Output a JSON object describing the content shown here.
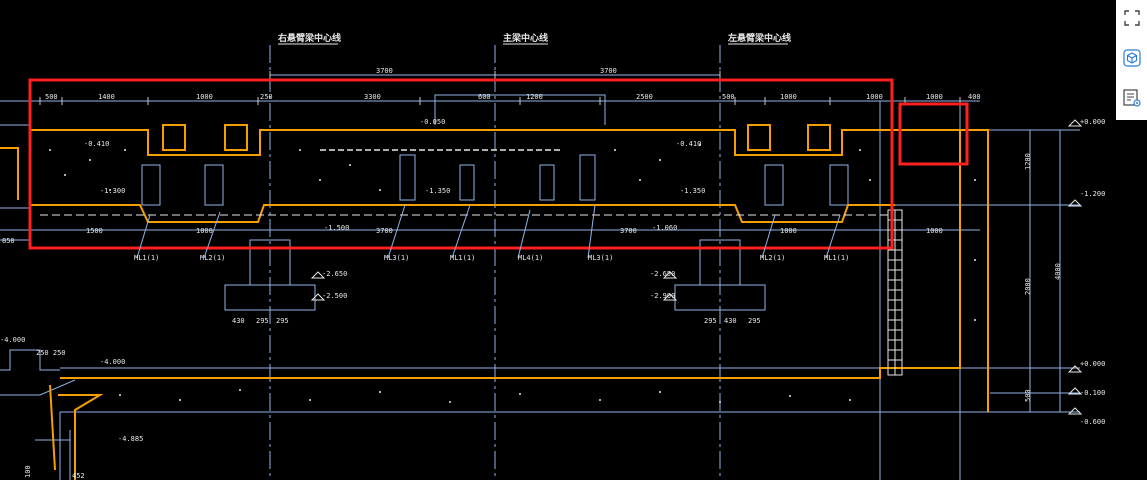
{
  "axes": {
    "left": "右悬臂梁中心线",
    "center": "主梁中心线",
    "right": "左悬臂梁中心线"
  },
  "top_dims": [
    "3700",
    "3700"
  ],
  "row_dims": [
    "500",
    "1400",
    "1000",
    "250",
    "3300",
    "600",
    "1200",
    "2500",
    "500",
    "1000",
    "1000",
    "1000",
    "400"
  ],
  "bottom_dims": [
    "850",
    "1500",
    "1000",
    "3700",
    "3700",
    "1000",
    "1000"
  ],
  "foot_dims": [
    "430",
    "295",
    "295",
    "295",
    "430",
    "295"
  ],
  "levels": [
    "-0.050",
    "-0.410",
    "-0.410",
    "-1.300",
    "-1.350",
    "-1.350",
    "-1.500",
    "-1.060",
    "-2.650",
    "-2.500",
    "-2.650",
    "-2.900",
    "-4.000",
    "-4.000",
    "-4.885",
    "+0.000",
    "-1.200",
    "+0.000",
    "-0.100",
    "-0.600"
  ],
  "side_dims": [
    "1200",
    "2000",
    "4000",
    "500"
  ],
  "member_tags": [
    "ML1(1)",
    "ML2(1)",
    "ML3(1)",
    "ML1(1)",
    "ML4(1)",
    "ML3(1)",
    "ML2(1)",
    "ML1(1)"
  ],
  "corner_texts": [
    "100",
    "250 250",
    "452"
  ],
  "toolbar": {
    "fit_icon": "fit-view-icon",
    "view3d_icon": "cube-3d-icon",
    "props_icon": "properties-icon"
  },
  "colors": {
    "background": "#000000",
    "outline": "#f5a000",
    "structure": "#8fb4e8",
    "dimension": "#c8c8c8",
    "highlight": "#ff2020",
    "hatch": "#e8e8e8"
  }
}
